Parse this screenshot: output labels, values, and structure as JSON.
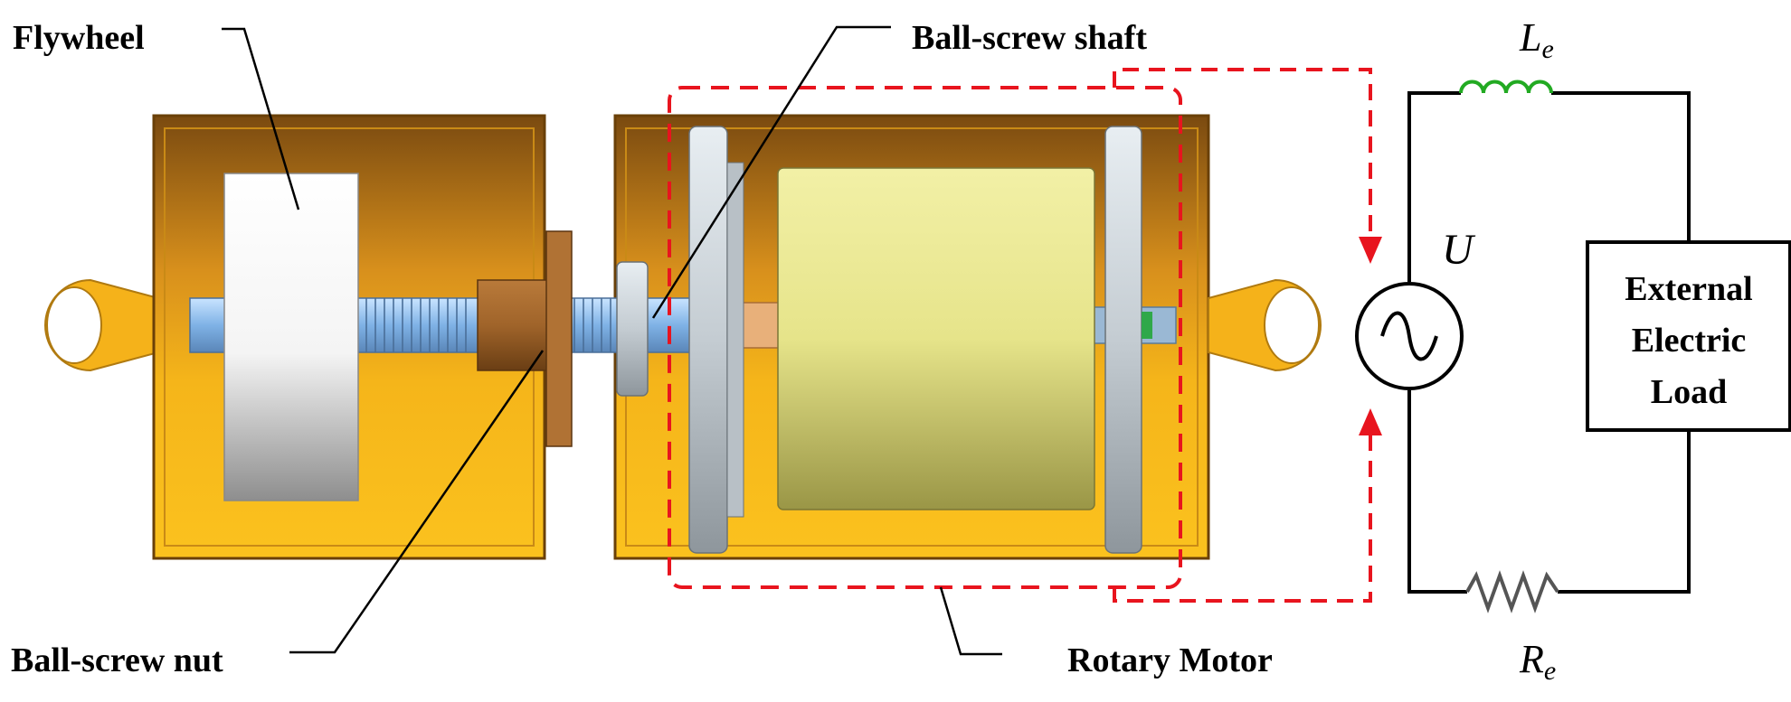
{
  "labels": {
    "flywheel": "Flywheel",
    "ball_screw_shaft": "Ball-screw shaft",
    "ball_screw_nut": "Ball-screw nut",
    "rotary_motor": "Rotary Motor"
  },
  "circuit": {
    "inductor_symbol": "L",
    "inductor_subscript": "e",
    "resistor_symbol": "R",
    "resistor_subscript": "e",
    "source_symbol": "U",
    "load_lines": [
      "External",
      "Electric",
      "Load"
    ]
  },
  "colors": {
    "housing_orange": "#f2a81e",
    "housing_dark": "#7a4a10",
    "motor_yellow": "#e6e48a",
    "dashed_red": "#e8141e",
    "inductor_green": "#22aa22",
    "resistor_gray": "#555555"
  }
}
